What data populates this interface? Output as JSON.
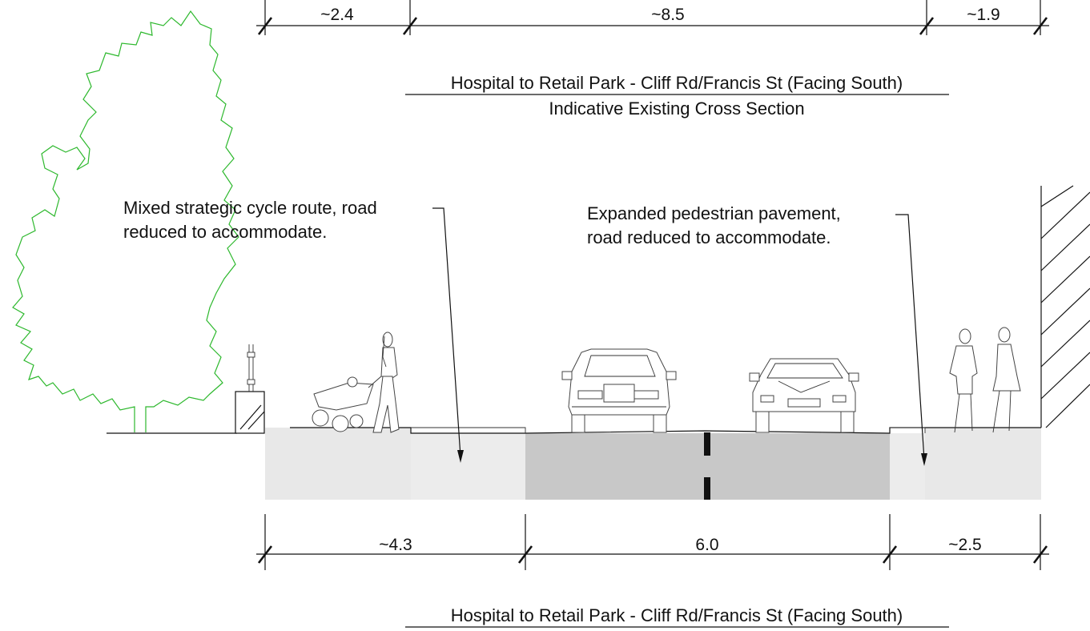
{
  "top_dimensions": [
    "~2.4",
    "~8.5",
    "~1.9"
  ],
  "bottom_dimensions": [
    "~4.3",
    "6.0",
    "~2.5"
  ],
  "existing_title": {
    "line1": "Hospital to Retail Park - Cliff Rd/Francis St (Facing South)",
    "line2": "Indicative Existing Cross Section"
  },
  "proposed_title": {
    "line1": "Hospital to Retail Park - Cliff Rd/Francis St (Facing South)"
  },
  "annotations": {
    "cycle_route": [
      "Mixed strategic cycle route, road",
      "reduced to accommodate."
    ],
    "pavement": [
      "Expanded pedestrian pavement,",
      "road reduced to accommodate."
    ]
  },
  "colors": {
    "tree": "#2db82d",
    "footway": "#e8e8e8",
    "carriageway": "#c8c8c8",
    "lines": "#111111"
  }
}
